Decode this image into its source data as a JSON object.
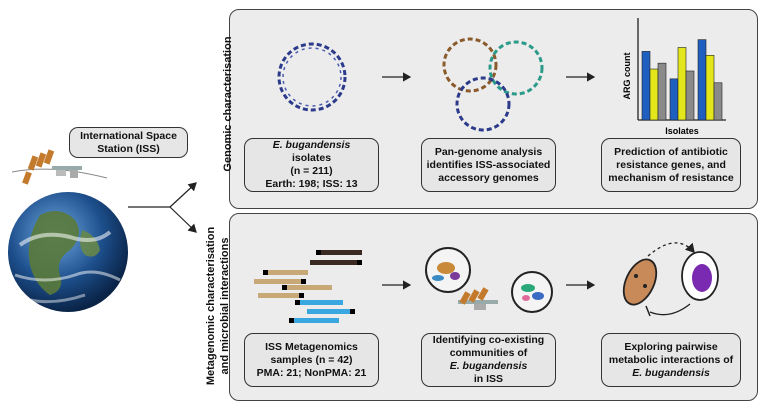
{
  "iss_box": {
    "line1": "International Space",
    "line2": "Station (ISS)"
  },
  "panel_top": {
    "side_label": "Genomic characterisation",
    "box1": {
      "line1_italic": "E. bugandensis",
      "line1_rest": " isolates",
      "line2": "(n = 211)",
      "line3": "Earth: 198; ISS: 13"
    },
    "box2": {
      "line1": "Pan-genome analysis",
      "line2": "identifies ISS-associated",
      "line3": "accessory genomes"
    },
    "box3": {
      "line1": "Prediction of antibiotic",
      "line2": "resistance genes, and",
      "line3": "mechanism of resistance"
    }
  },
  "panel_bottom": {
    "side_label_1": "Metagenomic characterisation",
    "side_label_2": "and microbial interactions",
    "box1": {
      "line1": "ISS Metagenomics",
      "line2": "samples (n = 42)",
      "line3": "PMA: 21; NonPMA: 21"
    },
    "box2": {
      "line1": "Identifying co-existing",
      "line2": "communities of",
      "line3_italic": "E. bugandensis",
      "line3_rest": " in ISS"
    },
    "box3": {
      "line1": "Exploring pairwise",
      "line2": "metabolic interactions of",
      "line3_italic": "E. bugandensis"
    }
  },
  "chart_data": {
    "type": "bar",
    "ylabel": "ARG count",
    "xlabel": "Isolates",
    "categories": [
      "",
      "",
      ""
    ],
    "series": [
      {
        "values": [
          70,
          42,
          82
        ],
        "color": "#1f5fbf"
      },
      {
        "values": [
          52,
          74,
          66
        ],
        "color": "#e3e61a"
      },
      {
        "values": [
          58,
          50,
          38
        ],
        "color": "#8a8a8a"
      }
    ],
    "ylim": [
      0,
      100
    ]
  }
}
